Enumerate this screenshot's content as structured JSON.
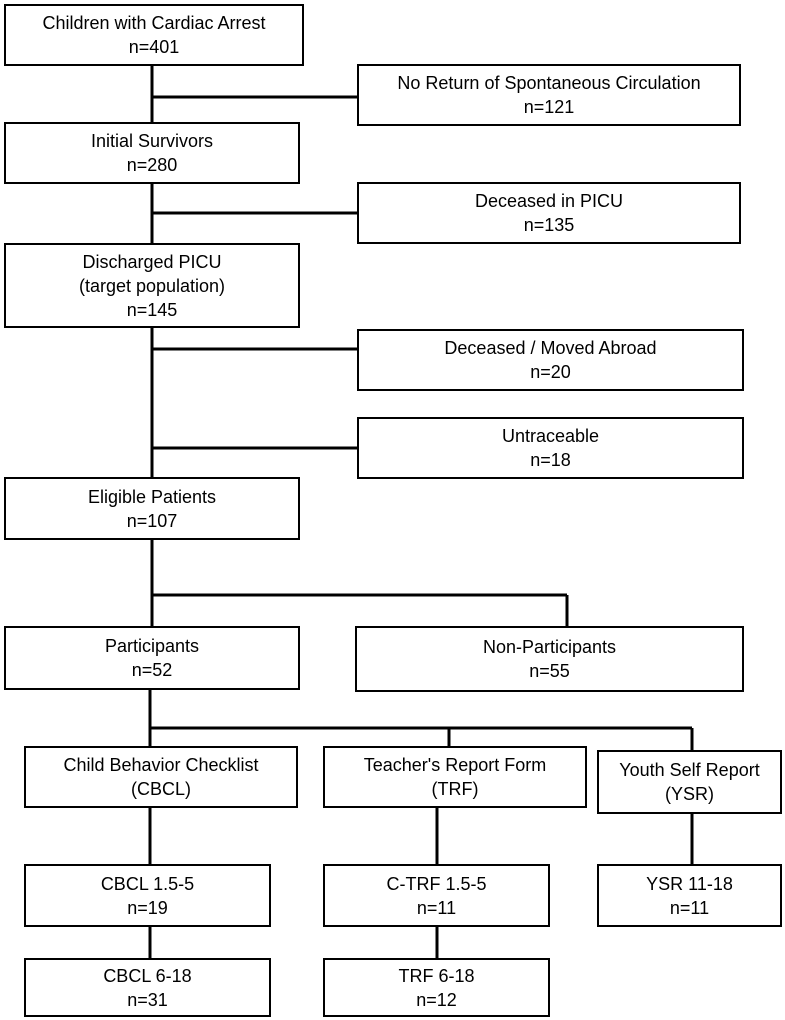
{
  "nodes": {
    "cardiac_arrest": {
      "label": "Children with Cardiac Arrest",
      "n": "n=401"
    },
    "no_rosc": {
      "label": "No Return of Spontaneous Circulation",
      "n": "n=121"
    },
    "initial_survivors": {
      "label": "Initial Survivors",
      "n": "n=280"
    },
    "deceased_picu": {
      "label": "Deceased in PICU",
      "n": "n=135"
    },
    "discharged_picu": {
      "label": "Discharged PICU",
      "sub": "(target population)",
      "n": "n=145"
    },
    "deceased_moved": {
      "label": "Deceased / Moved Abroad",
      "n": "n=20"
    },
    "untraceable": {
      "label": "Untraceable",
      "n": "n=18"
    },
    "eligible": {
      "label": "Eligible Patients",
      "n": "n=107"
    },
    "participants": {
      "label": "Participants",
      "n": "n=52"
    },
    "non_participants": {
      "label": "Non-Participants",
      "n": "n=55"
    },
    "cbcl": {
      "label": "Child Behavior Checklist",
      "sub": "(CBCL)"
    },
    "trf": {
      "label": "Teacher's Report Form",
      "sub": "(TRF)"
    },
    "ysr": {
      "label": "Youth Self Report",
      "sub": "(YSR)"
    },
    "cbcl_15_5": {
      "label": "CBCL 1.5-5",
      "n": "n=19"
    },
    "ctrf_15_5": {
      "label": "C-TRF 1.5-5",
      "n": "n=11"
    },
    "ysr_11_18": {
      "label": "YSR 11-18",
      "n": "n=11"
    },
    "cbcl_6_18": {
      "label": "CBCL 6-18",
      "n": "n=31"
    },
    "trf_6_18": {
      "label": "TRF 6-18",
      "n": "n=12"
    }
  }
}
